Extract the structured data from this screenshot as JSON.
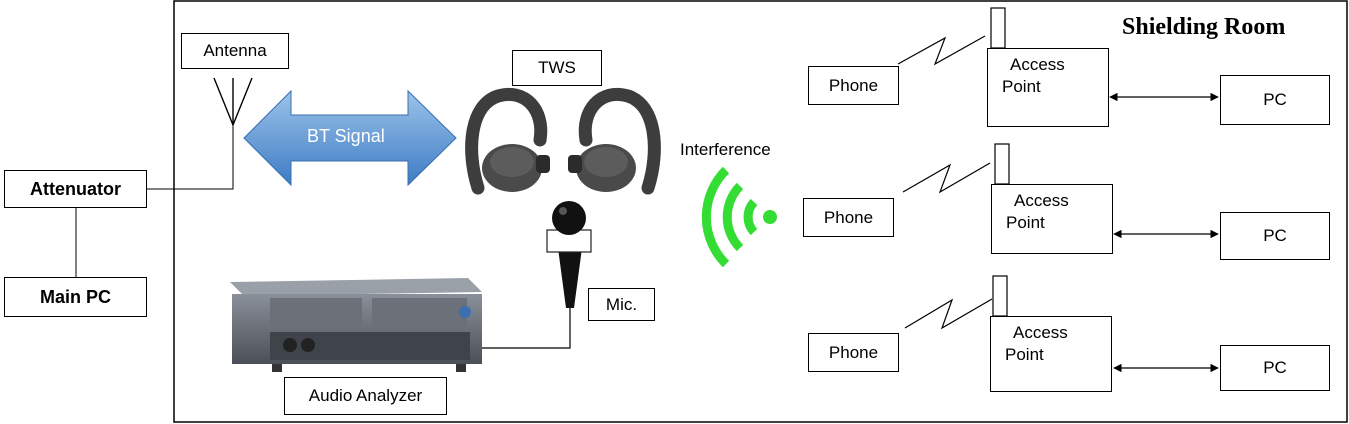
{
  "title": "Shielding Room",
  "nodes": {
    "antenna": "Antenna",
    "attenuator": "Attenuator",
    "main_pc": "Main PC",
    "tws": "TWS",
    "bt_signal": "BT Signal",
    "interference": "Interference",
    "mic": "Mic.",
    "audio_analyzer": "Audio Analyzer"
  },
  "rows": [
    {
      "phone": "Phone",
      "ap_line1": "Access",
      "ap_line2": "Point",
      "pc": "PC"
    },
    {
      "phone": "Phone",
      "ap_line1": "Access",
      "ap_line2": "Point",
      "pc": "PC"
    },
    {
      "phone": "Phone",
      "ap_line1": "Access",
      "ap_line2": "Point",
      "pc": "PC"
    }
  ],
  "colors": {
    "bt_arrow": "#5b9bd5",
    "interference": "#33dd33",
    "earbud": "#4a4a4a"
  }
}
